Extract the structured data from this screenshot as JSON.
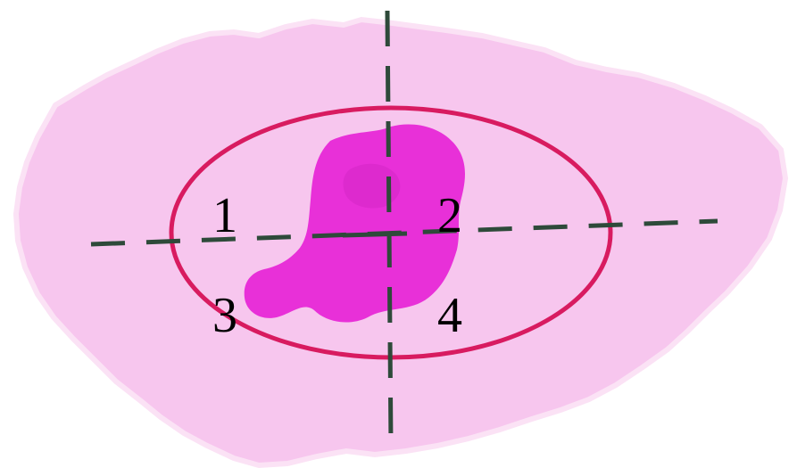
{
  "diagram": {
    "quadrant_labels": [
      "1",
      "2",
      "3",
      "4"
    ],
    "colors": {
      "background_tissue": "#f7c6ee",
      "tissue_edge": "#fbe2f5",
      "ellipse_outline": "#d81b60",
      "lesion": "#e830d8",
      "lesion_shadow": "#c81fbe",
      "crosshair": "#2e4a3a"
    }
  }
}
